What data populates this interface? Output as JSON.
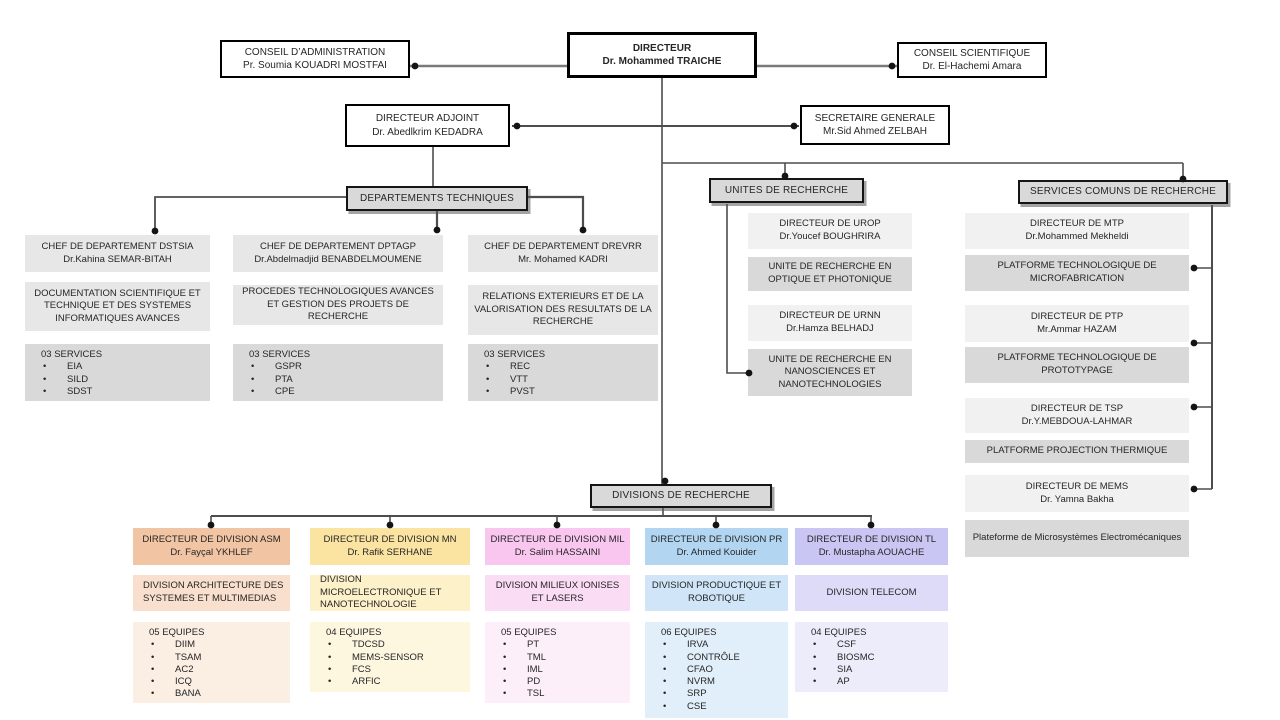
{
  "top": {
    "conseil_admin": {
      "title": "CONSEIL D’ADMINISTRATION",
      "name": "Pr. Soumia KOUADRI MOSTFAI"
    },
    "directeur": {
      "title": "DIRECTEUR",
      "name": "Dr. Mohammed TRAICHE"
    },
    "conseil_scientifique": {
      "title": "CONSEIL SCIENTIFIQUE",
      "name": "Dr. El-Hachemi Amara"
    },
    "directeur_adjoint": {
      "title": "DIRECTEUR ADJOINT",
      "name": "Dr. Abedlkrim KEDADRA"
    },
    "secretaire_generale": {
      "title": "SECRETAIRE GENERALE",
      "name": "Mr.Sid Ahmed ZELBAH"
    }
  },
  "departements": {
    "header": "DEPARTEMENTS TECHNIQUES",
    "columns": [
      {
        "chef_title": "CHEF DE DEPARTEMENT DSTSIA",
        "chef_name": "Dr.Kahina SEMAR-BITAH",
        "description": "DOCUMENTATION SCIENTIFIQUE ET TECHNIQUE ET DES SYSTEMES INFORMATIQUES AVANCES",
        "services_header": "03 SERVICES",
        "services": [
          "EIA",
          "SILD",
          "SDST"
        ]
      },
      {
        "chef_title": "CHEF DE DEPARTEMENT DPTAGP",
        "chef_name": "Dr.Abdelmadjid BENABDELMOUMENE",
        "description": "PROCEDES TECHNOLOGIQUES AVANCES ET GESTION DES PROJETS DE RECHERCHE",
        "services_header": "03 SERVICES",
        "services": [
          "GSPR",
          "PTA",
          "CPE"
        ]
      },
      {
        "chef_title": "CHEF DE DEPARTEMENT DREVRR",
        "chef_name": "Mr. Mohamed KADRI",
        "description": "RELATIONS EXTERIEURS ET DE LA VALORISATION DES RESULTATS DE LA RECHERCHE",
        "services_header": "03 SERVICES",
        "services": [
          "REC",
          "VTT",
          "PVST"
        ]
      }
    ]
  },
  "unites": {
    "header": "UNITES DE RECHERCHE",
    "boxes": [
      {
        "title": "DIRECTEUR DE UROP",
        "name": "Dr.Youcef BOUGHRIRA"
      },
      {
        "label": "UNITE DE RECHERCHE EN OPTIQUE ET PHOTONIQUE"
      },
      {
        "title": "DIRECTEUR DE URNN",
        "name": "Dr.Hamza BELHADJ"
      },
      {
        "label": "UNITE DE RECHERCHE EN NANOSCIENCES ET NANOTECHNOLOGIES"
      }
    ]
  },
  "services_communs": {
    "header": "SERVICES COMUNS DE RECHERCHE",
    "boxes": [
      {
        "title": "DIRECTEUR DE MTP",
        "name": "Dr.Mohammed Mekheldi"
      },
      {
        "label": "PLATFORME TECHNOLOGIQUE DE MICROFABRICATION"
      },
      {
        "title": "DIRECTEUR DE PTP",
        "name": "Mr.Ammar HAZAM"
      },
      {
        "label": "PLATFORME TECHNOLOGIQUE DE PROTOTYPAGE"
      },
      {
        "title": "DIRECTEUR DE TSP",
        "name": "Dr.Y.MEBDOUA-LAHMAR"
      },
      {
        "label": "PLATFORME PROJECTION THERMIQUE"
      },
      {
        "title": "DIRECTEUR DE MEMS",
        "name": "Dr. Yamna Bakha"
      },
      {
        "label": "Plateforme de Microsystèmes Electromécaniques"
      }
    ]
  },
  "divisions": {
    "header": "DIVISIONS DE RECHERCHE",
    "columns": [
      {
        "director_title": "DIRECTEUR DE DIVISION ASM",
        "director_name": "Dr. Fayçal YKHLEF",
        "division_name": "DIVISION ARCHITECTURE DES SYSTEMES ET MULTIMEDIAS",
        "equipes_header": "05 EQUIPES",
        "equipes": [
          "DIIM",
          "TSAM",
          "AC2",
          "ICQ",
          "BANA"
        ],
        "colors": {
          "header": "#f1c4a4",
          "body": "#f9e0ce",
          "list": "#fbeee3"
        }
      },
      {
        "director_title": "DIRECTEUR DE DIVISION MN",
        "director_name": "Dr. Rafik SERHANE",
        "division_name": "DIVISION MICROELECTRONIQUE ET NANOTECHNOLOGIE",
        "equipes_header": "04 EQUIPES",
        "equipes": [
          "TDCSD",
          "MEMS-SENSOR",
          "FCS",
          "ARFIC"
        ],
        "colors": {
          "header": "#fbe4a2",
          "body": "#fdf1ca",
          "list": "#fdf7e0"
        }
      },
      {
        "director_title": "DIRECTEUR DE DIVISION MIL",
        "director_name": "Dr. Salim HASSAINI",
        "division_name": "DIVISION MILIEUX IONISES ET LASERS",
        "equipes_header": "05 EQUIPES",
        "equipes": [
          "PT",
          "TML",
          "IML",
          "PD",
          "TSL"
        ],
        "colors": {
          "header": "#f9c6f0",
          "body": "#fbdcf5",
          "list": "#fdeffa"
        }
      },
      {
        "director_title": "DIRECTEUR DE DIVISION PR",
        "director_name": "Dr. Ahmed Kouider",
        "division_name": "DIVISION PRODUCTIQUE ET ROBOTIQUE",
        "equipes_header": "06 EQUIPES",
        "equipes": [
          "IRVA",
          "CONTRÔLE",
          "CFAO",
          "NVRM",
          "SRP",
          "CSE"
        ],
        "colors": {
          "header": "#b2d6f2",
          "body": "#d0e6f8",
          "list": "#e1effa"
        }
      },
      {
        "director_title": "DIRECTEUR DE DIVISION TL",
        "director_name": "Dr. Mustapha AOUACHE",
        "division_name": "DIVISION TELECOM",
        "equipes_header": "04 EQUIPES",
        "equipes": [
          "CSF",
          "BIOSMC",
          "SIA",
          "AP"
        ],
        "colors": {
          "header": "#c9c6f3",
          "body": "#dedbf8",
          "list": "#edecfb"
        }
      }
    ]
  }
}
